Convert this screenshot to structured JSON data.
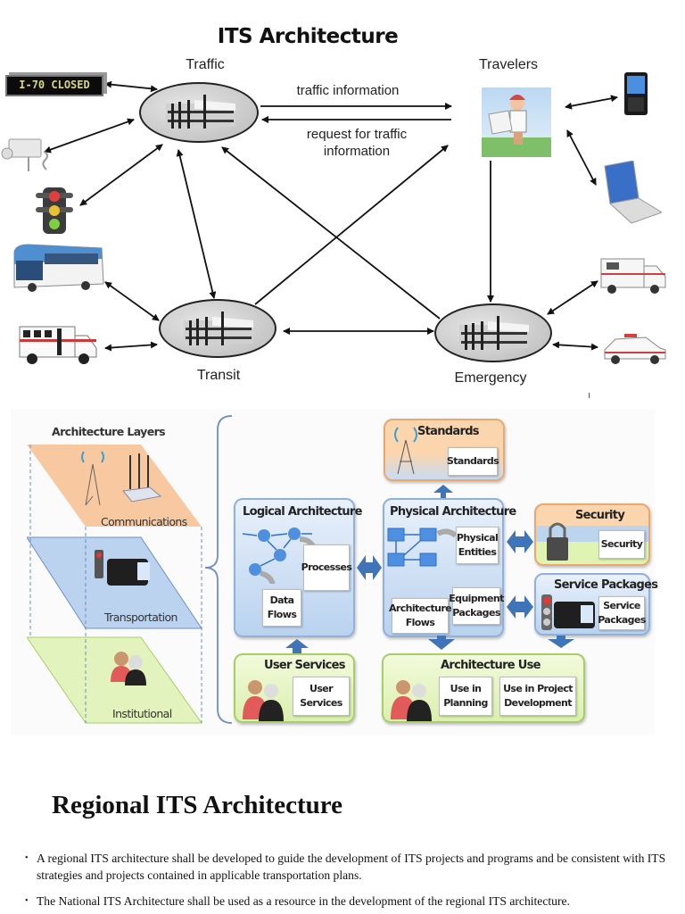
{
  "top_diagram": {
    "title": "ITS Architecture",
    "nodes": {
      "traffic": "Traffic",
      "travelers": "Travelers",
      "transit": "Transit",
      "emergency": "Emergency"
    },
    "flows": {
      "traffic_to_travelers": "traffic information",
      "travelers_to_traffic": "request for traffic information"
    },
    "sign_text": "I-70 CLOSED",
    "peripheral_icons": [
      "variable-message-sign",
      "traffic-camera",
      "traffic-light",
      "bus",
      "paratransit-van",
      "mobile-phone",
      "laptop",
      "ambulance",
      "police-car"
    ]
  },
  "mid_diagram": {
    "layers_title": "Architecture Layers",
    "layers": [
      {
        "label": "Communications",
        "color": "#f8c9a0"
      },
      {
        "label": "Transportation",
        "color": "#bcd3f0"
      },
      {
        "label": "Institutional",
        "color": "#e2f3bd"
      }
    ],
    "standards": {
      "title": "Standards",
      "card": "Standards"
    },
    "logical": {
      "title": "Logical Architecture",
      "cards": [
        "Processes",
        "Data Flows"
      ]
    },
    "physical": {
      "title": "Physical Architecture",
      "cards": [
        "Physical Entities",
        "Equipment Packages",
        "Architecture Flows"
      ]
    },
    "security": {
      "title": "Security",
      "card": "Security"
    },
    "service_packages": {
      "title": "Service Packages",
      "card": "Service Packages"
    },
    "user_services": {
      "title": "User Services",
      "card": "User Services"
    },
    "architecture_use": {
      "title": "Architecture Use",
      "cards": [
        "Use in Planning",
        "Use in Project Development"
      ]
    }
  },
  "section": {
    "title": "Regional ITS Architecture",
    "bullets": [
      "A regional ITS architecture shall be developed to guide the development of ITS projects and programs and be consistent with ITS strategies and projects contained in applicable transportation plans.",
      "The National ITS Architecture shall be used as a resource in the development of the regional ITS architecture."
    ]
  }
}
